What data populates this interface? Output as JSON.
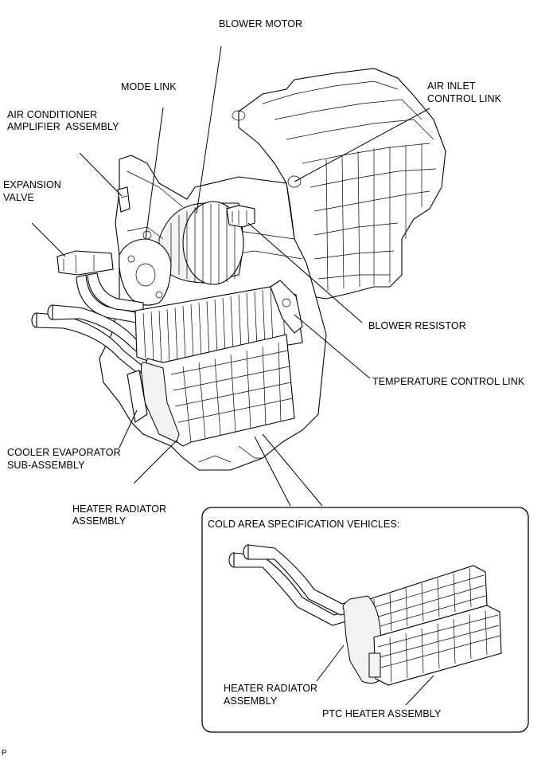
{
  "labels": {
    "blower_motor": "BLOWER MOTOR",
    "mode_link": "MODE LINK",
    "air_inlet_control_link_1": "AIR INLET",
    "air_inlet_control_link_2": "CONTROL LINK",
    "ac_amplifier_1": "AIR CONDITIONER",
    "ac_amplifier_2": "AMPLIFIER  ASSEMBLY",
    "expansion_valve_1": "EXPANSION",
    "expansion_valve_2": "VALVE",
    "blower_resistor": "BLOWER RESISTOR",
    "temperature_control_link": "TEMPERATURE CONTROL LINK",
    "cooler_evaporator_1": "COOLER EVAPORATOR",
    "cooler_evaporator_2": "SUB-ASSEMBLY",
    "heater_radiator_1": "HEATER RADIATOR",
    "heater_radiator_2": "ASSEMBLY",
    "cold_area_title": "COLD AREA SPECIFICATION VEHICLES:",
    "inset_heater_radiator_1": "HEATER RADIATOR",
    "inset_heater_radiator_2": "ASSEMBLY",
    "ptc_heater": "PTC HEATER ASSEMBLY",
    "figure_code": "P"
  }
}
